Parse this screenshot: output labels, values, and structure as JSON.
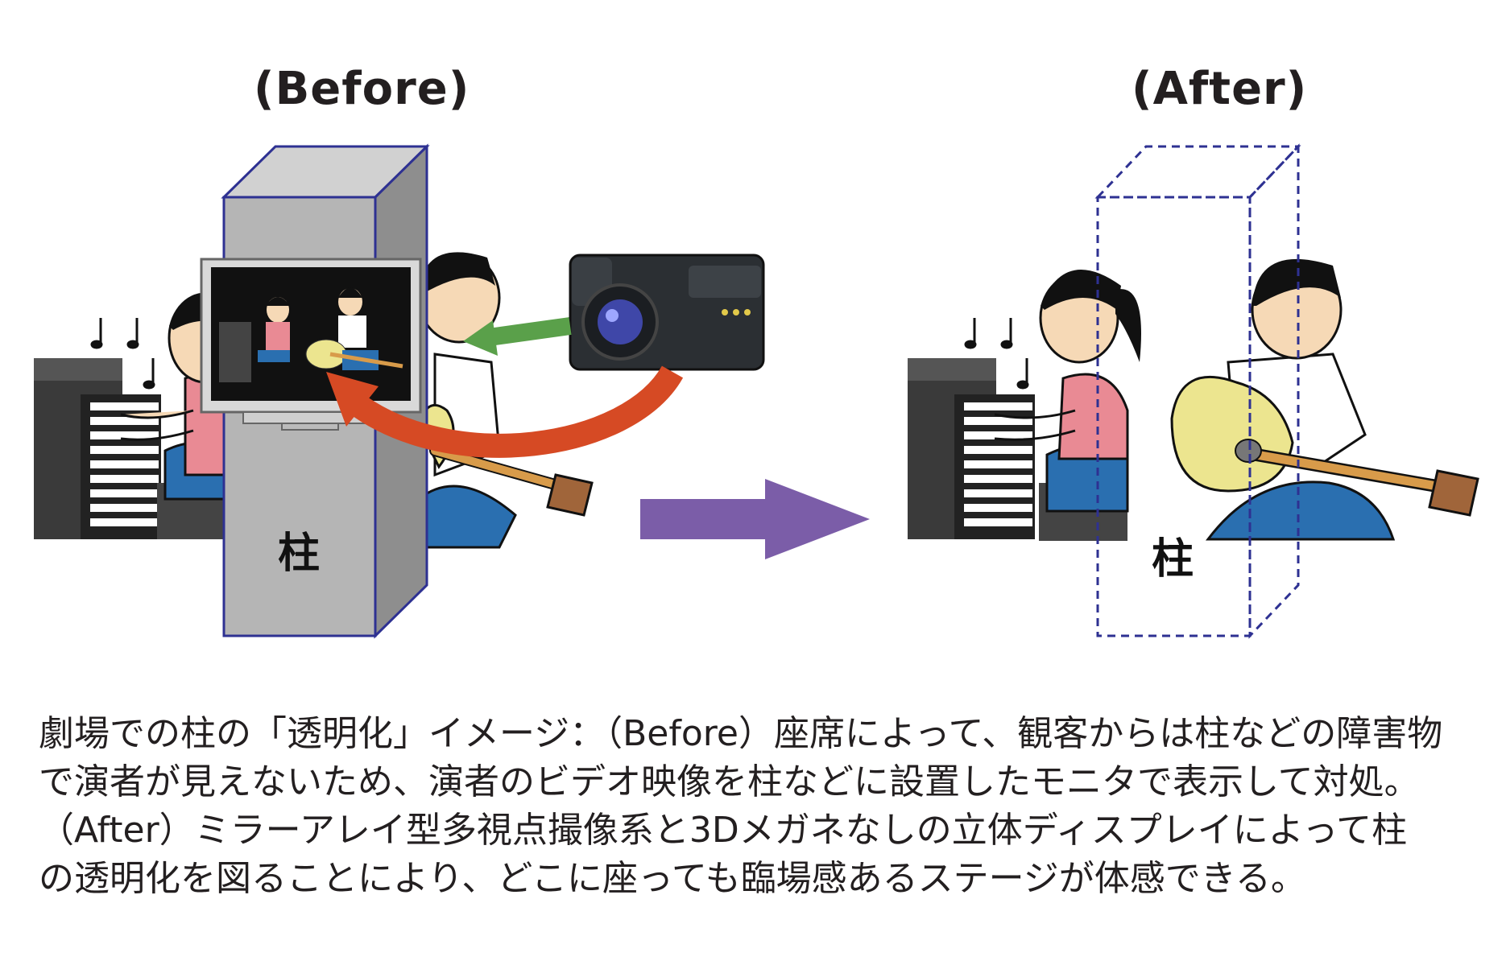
{
  "before": {
    "label": "(Before)",
    "pillar_label": "柱"
  },
  "after": {
    "label": "(After)",
    "pillar_label": "柱"
  },
  "icons": {
    "music_notes": "eighth-note-icon",
    "camera": "video-camera-icon",
    "monitor": "monitor-icon",
    "transition_arrow": "right-arrow-icon"
  },
  "colors": {
    "pillar_fill": "#b5b5b5",
    "pillar_outline": "#2e3192",
    "green_arrow": "#5aa04a",
    "orange_arrow": "#d64a24",
    "purple_arrow": "#7b5da8",
    "shirt_pink": "#e98a94",
    "jeans_blue": "#2a6fb0",
    "guitar": "#ece58f"
  },
  "caption": {
    "lines": [
      "劇場での柱の「透明化」イメージ：（Before）座席によって、観客からは柱などの障害物",
      "で演者が見えないため、演者のビデオ映像を柱などに設置したモニタで表示して対処。",
      "（After）ミラーアレイ型多視点撮像系と3Dメガネなしの立体ディスプレイによって柱",
      "の透明化を図ることにより、どこに座っても臨場感あるステージが体感できる。"
    ]
  }
}
